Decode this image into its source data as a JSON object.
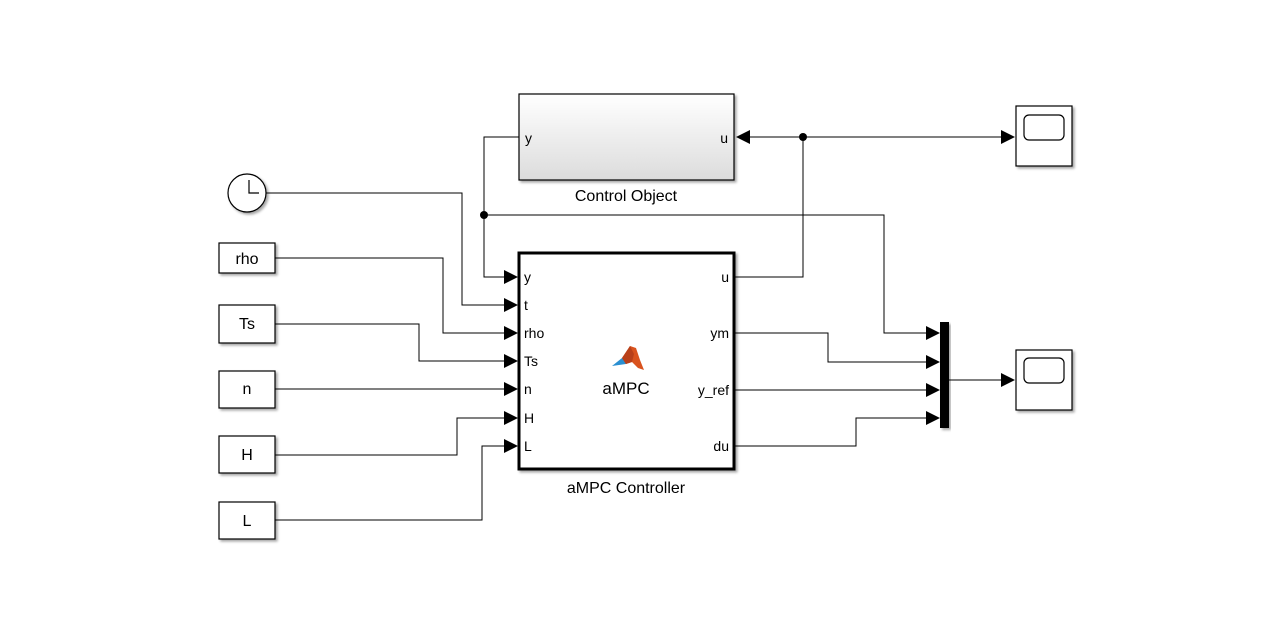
{
  "diagram": {
    "type": "simulink-model",
    "blocks": {
      "control_object": {
        "name": "Control Object",
        "ports_in": [
          "u"
        ],
        "ports_out": [
          "y"
        ]
      },
      "controller": {
        "name": "aMPC Controller",
        "icon_label": "aMPC",
        "icon": "matlab-logo-icon",
        "ports_in": [
          "y",
          "t",
          "rho",
          "Ts",
          "n",
          "H",
          "L"
        ],
        "ports_out": [
          "u",
          "ym",
          "y_ref",
          "du"
        ]
      },
      "clock": {
        "icon": "clock-icon"
      },
      "constants": [
        "rho",
        "Ts",
        "n",
        "H",
        "L"
      ],
      "mux": {
        "inputs": 4
      },
      "scope_top": {
        "icon": "scope-icon"
      },
      "scope_bottom": {
        "icon": "scope-icon"
      }
    },
    "colors": {
      "line": "#000000",
      "block_fill": "#ffffff",
      "plant_gradient_top": "#ffffff",
      "plant_gradient_bottom": "#dcdcdc",
      "logo_orange": "#d9531e",
      "logo_blue": "#2a8fd1"
    }
  }
}
